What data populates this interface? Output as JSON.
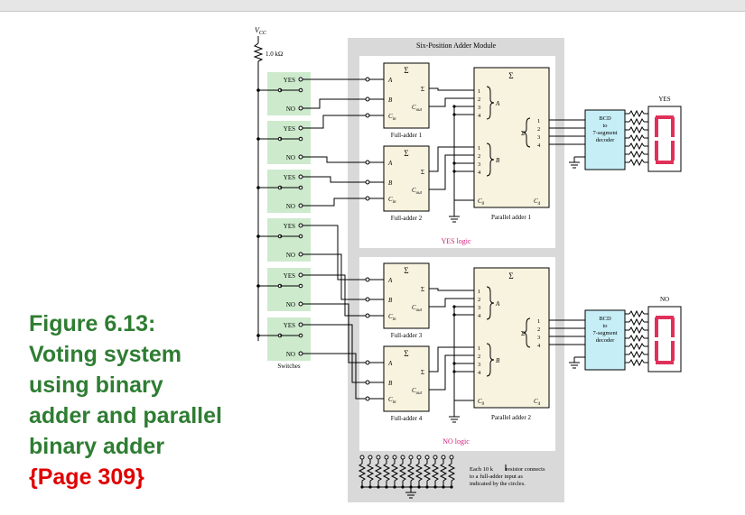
{
  "caption": {
    "title": "Figure  6.13:\nVoting system\nusing binary\nadder and parallel\nbinary adder",
    "page_ref": "{Page 309}"
  },
  "colors": {
    "caption_green": "#2e7d32",
    "caption_red": "#e00000",
    "switch_panel": "#cdeacd",
    "module_bg": "#d9d9d9",
    "adder_fill": "#f7f3df",
    "decoder_fill": "#c6eef7",
    "segment_red": "#e0305a",
    "logic_label": "#d0207a"
  },
  "circuit": {
    "vcc": "V",
    "vcc_sub": "CC",
    "resistor": "1.0 kΩ",
    "switches_label": "Switches",
    "switch_labels": [
      "YES",
      "NO",
      "YES",
      "NO",
      "YES",
      "NO",
      "YES",
      "NO",
      "YES",
      "NO",
      "YES",
      "NO"
    ],
    "module_title": "Six-Position Adder Module",
    "sigma": "Σ",
    "pin_a": "A",
    "pin_b": "B",
    "pin_cin": "C",
    "pin_cin_sub": "in",
    "pin_cout": "C",
    "pin_cout_sub": "out",
    "full_adders": [
      "Full-adder 1",
      "Full-adder 2",
      "Full-adder 3",
      "Full-adder 4"
    ],
    "parallel_adders": [
      "Parallel adder 1",
      "Parallel adder 2"
    ],
    "pa_numbers": [
      "1",
      "2",
      "3",
      "4"
    ],
    "pa_c0": "C",
    "pa_c0_sub": "0",
    "pa_c4": "C",
    "pa_c4_sub": "4",
    "yes_logic": "YES logic",
    "no_logic": "NO logic",
    "decoder_lines": [
      "BCD",
      "to",
      "7-segment",
      "decoder"
    ],
    "display_labels": [
      "YES",
      "NO"
    ],
    "display_digit": "0",
    "resistor_note": [
      "Each 10 k",
      "resistor connects",
      "to a full-adder input as",
      "indicated by the circles."
    ]
  }
}
